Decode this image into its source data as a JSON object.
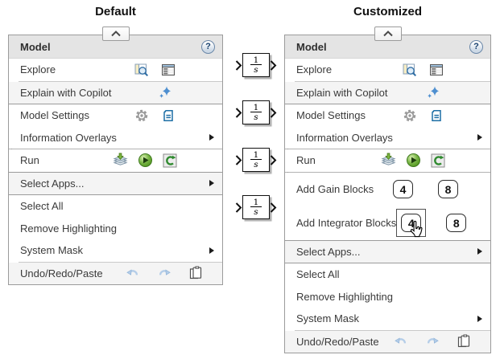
{
  "titles": {
    "left": "Default",
    "right": "Customized"
  },
  "menu_header": {
    "title": "Model",
    "help_glyph": "?"
  },
  "left_menu": {
    "items": [
      {
        "label": "Explore",
        "icons": [
          "model-explorer-icon",
          "property-inspector-icon"
        ]
      },
      {
        "label": "Explain with Copilot",
        "icons": [
          "copilot-sparkle-icon"
        ]
      },
      {
        "label": "Model Settings",
        "icons": [
          "gear-icon",
          "config-doc-icon"
        ]
      },
      {
        "label": "Information Overlays",
        "submenu": true
      },
      {
        "label": "Run",
        "icons": [
          "update-diagram-icon",
          "run-play-icon",
          "refresh-icon"
        ]
      },
      {
        "label": "Select Apps...",
        "submenu": true
      },
      {
        "label": "Select All"
      },
      {
        "label": "Remove Highlighting"
      },
      {
        "label": "System Mask",
        "submenu": true
      },
      {
        "label": "Undo/Redo/Paste",
        "icons": [
          "undo-icon",
          "redo-icon",
          "paste-icon"
        ]
      }
    ]
  },
  "right_menu": {
    "items": [
      {
        "label": "Explore",
        "icons": [
          "model-explorer-icon",
          "property-inspector-icon"
        ]
      },
      {
        "label": "Explain with Copilot",
        "icons": [
          "copilot-sparkle-icon"
        ]
      },
      {
        "label": "Model Settings",
        "icons": [
          "gear-icon",
          "config-doc-icon"
        ]
      },
      {
        "label": "Information Overlays",
        "submenu": true
      },
      {
        "label": "Run",
        "icons": [
          "update-diagram-icon",
          "run-play-icon",
          "refresh-icon"
        ]
      },
      {
        "label": "Add Gain Blocks",
        "buttons": [
          "4",
          "8"
        ]
      },
      {
        "label": "Add Integrator Blocks",
        "buttons": [
          "4",
          "8"
        ],
        "hovered_button": "4",
        "cursor": "hand-pointer-icon"
      },
      {
        "label": "Select Apps...",
        "submenu": true
      },
      {
        "label": "Select All"
      },
      {
        "label": "Remove Highlighting"
      },
      {
        "label": "System Mask",
        "submenu": true
      },
      {
        "label": "Undo/Redo/Paste",
        "icons": [
          "undo-icon",
          "redo-icon",
          "paste-icon"
        ]
      }
    ]
  },
  "integrator_block": {
    "numerator": "1",
    "denominator": "s",
    "count": 4
  },
  "colors": {
    "menu_border": "#9b9b9b",
    "header_bg": "#e4e4e4",
    "alt_row_bg": "#f4f4f4",
    "accent_blue": "#1d6fa5",
    "copilot_blue": "#4e8fd0",
    "run_green": "#76b041",
    "refresh_green": "#2f8a2f",
    "disabled_undo_blue": "#b4cde8",
    "text": "#3a3a3a"
  }
}
